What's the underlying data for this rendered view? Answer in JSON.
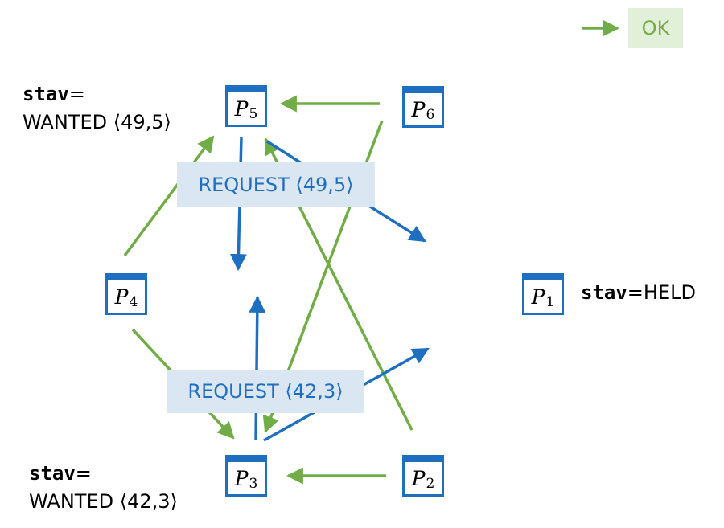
{
  "legend": {
    "label": "OK",
    "color": "#70ad47"
  },
  "processes": {
    "p1": {
      "name": "P",
      "sub": "1"
    },
    "p2": {
      "name": "P",
      "sub": "2"
    },
    "p3": {
      "name": "P",
      "sub": "3"
    },
    "p4": {
      "name": "P",
      "sub": "4"
    },
    "p5": {
      "name": "P",
      "sub": "5"
    },
    "p6": {
      "name": "P",
      "sub": "6"
    }
  },
  "states": {
    "p5": {
      "key": "stav",
      "eq": "=",
      "value": "WANTED ⟨49,5⟩"
    },
    "p3": {
      "key": "stav",
      "eq": "=",
      "value": "WANTED ⟨42,3⟩"
    },
    "p1": {
      "key": "stav",
      "eq": "=",
      "value": "HELD"
    }
  },
  "messages": {
    "request_p5": "REQUEST ⟨49,5⟩",
    "request_p3": "REQUEST ⟨42,3⟩"
  },
  "colors": {
    "ok_arrow": "#70ad47",
    "request_arrow": "#1f6fc1",
    "request_label_bg": "#dae6f2"
  }
}
